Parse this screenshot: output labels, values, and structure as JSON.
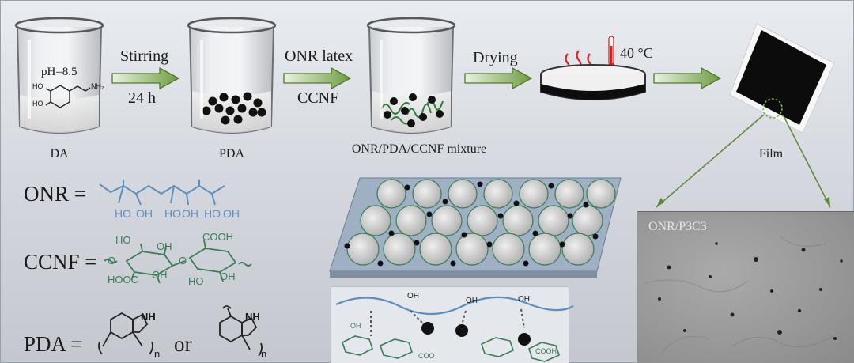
{
  "process": {
    "beaker1_ph": "pH=8.5",
    "beaker1_caption": "DA",
    "step1_top": "Stirring",
    "step1_bottom": "24 h",
    "beaker2_caption": "PDA",
    "step2_top": "ONR latex",
    "step2_bottom": "CCNF",
    "beaker3_caption": "ONR/PDA/CCNF mixture",
    "step3_top": "Drying",
    "temperature": "40 °C",
    "film_caption": "Film"
  },
  "structures": {
    "onr_label": "ONR =",
    "ccnf_label": "CCNF =",
    "pda_label": "PDA =",
    "pda_or": "or",
    "da_groups": {
      "oh1": "HO",
      "oh2": "HO",
      "nh2": "NH₂"
    },
    "onr_groups": [
      "HO",
      "OH",
      "HO",
      "OH",
      "HO",
      "OH"
    ],
    "ccnf_groups": {
      "oh_top1": "HO",
      "oh_top2": "OH",
      "cooh_top": "COOH",
      "hooc": "HOOC",
      "o_left": "O",
      "o_mid": "O",
      "oh_b1": "OH",
      "oh_b2": "HO",
      "oh_b3": "OH"
    },
    "pda_groups": {
      "nh1": "NH",
      "nh2": "NH",
      "n1": "n",
      "n2": "n"
    },
    "interface_groups": {
      "oh_a": "OH",
      "oh_b": "OH",
      "oh_c": "OH",
      "coo": "COO",
      "cooh": "COOH",
      "oh_d": "OH"
    }
  },
  "sem": {
    "label": "ONR/P3C3"
  },
  "colors": {
    "arrow_fill": "#8dbb5a",
    "arrow_dark": "#5d8a36",
    "onr_blue": "#5a8fc0",
    "ccnf_green": "#3b7d55",
    "film": "#0c0c0c",
    "sem_bg": "#9b9b9b"
  }
}
